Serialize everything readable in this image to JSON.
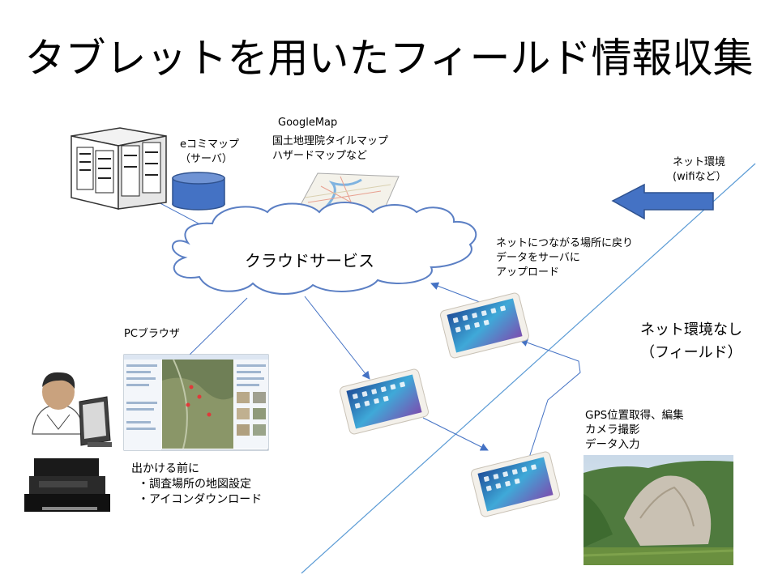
{
  "slide": {
    "title": "タブレットを用いたフィールド情報収集"
  },
  "server_db": {
    "label": [
      "eコミマップ",
      "（サーバ）"
    ]
  },
  "map_services": {
    "heading": "GoogleMap",
    "lines": [
      "国土地理院タイルマップ",
      "ハザードマップなど"
    ]
  },
  "cloud": {
    "label": "クラウドサービス"
  },
  "network": {
    "label": [
      "ネット環境",
      "(wifiなど）"
    ]
  },
  "upload_note": {
    "lines": [
      "ネットにつながる場所に戻り",
      "データをサーバに",
      "アップロード"
    ]
  },
  "pc_browser": {
    "label": "PCブラウザ"
  },
  "offline": {
    "lines": [
      "ネット環境なし",
      "（フィールド）"
    ]
  },
  "field_tasks": {
    "lines": [
      "GPS位置取得、編集",
      "カメラ撮影",
      "データ入力"
    ]
  },
  "before_going": {
    "lines": [
      "出かける前に",
      "・調査場所の地図設定",
      "・アイコンダウンロード"
    ]
  },
  "colors": {
    "arrow_blue": "#4472c4",
    "cloud_stroke": "#5b7fc4",
    "db_fill": "#4472c4",
    "boundary_line": "#5b9bd5"
  }
}
